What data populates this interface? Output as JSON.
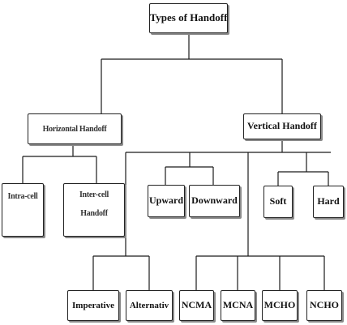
{
  "root": {
    "label": "Types of Handoff"
  },
  "horizontal": {
    "label": "Horizontal Handoff",
    "children": [
      {
        "label": "Intra-cell"
      },
      {
        "label": "Inter-cell",
        "label2": "Handoff"
      }
    ]
  },
  "vertical": {
    "label": "Vertical Handoff",
    "direction": [
      "Upward",
      "Downward"
    ],
    "type": [
      "Soft",
      "Hard"
    ],
    "decision": [
      "Imperative",
      "Alternativ"
    ],
    "control": [
      "NCMA",
      "MCNA",
      "MCHO",
      "NCHO"
    ]
  },
  "colors": {
    "line": "#1a1a1a",
    "border": "#222222",
    "shadow": "#8a8a8a"
  }
}
